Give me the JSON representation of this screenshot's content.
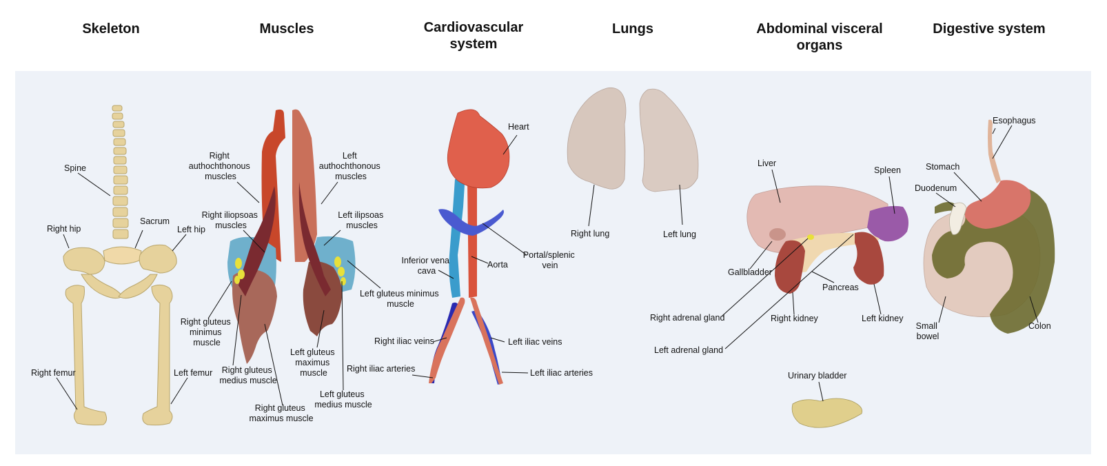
{
  "columns": [
    {
      "id": "skeleton",
      "title": [
        "Skeleton"
      ]
    },
    {
      "id": "muscles",
      "title": [
        "Muscles"
      ]
    },
    {
      "id": "cardio",
      "title": [
        "Cardiovascular",
        "system"
      ]
    },
    {
      "id": "lungs",
      "title": [
        "Lungs"
      ]
    },
    {
      "id": "abdominal",
      "title": [
        "Abdominal visceral",
        "organs"
      ]
    },
    {
      "id": "digestive",
      "title": [
        "Digestive system"
      ]
    }
  ],
  "labels": {
    "spine": [
      "Spine"
    ],
    "right_hip": [
      "Right hip"
    ],
    "sacrum": [
      "Sacrum"
    ],
    "left_hip": [
      "Left hip"
    ],
    "right_femur": [
      "Right femur"
    ],
    "left_femur": [
      "Left femur"
    ],
    "right_autochthonous": [
      "Right",
      "authochthonous",
      "muscles"
    ],
    "left_autochthonous": [
      "Left",
      "authochthonous",
      "muscles"
    ],
    "right_iliopsoas": [
      "Right iliopsoas",
      "muscles"
    ],
    "left_iliopsoas": [
      "Left ilipsoas",
      "muscles"
    ],
    "right_gluteus_minimus": [
      "Right gluteus",
      "minimus",
      "muscle"
    ],
    "right_gluteus_medius": [
      "Right gluteus",
      "medius muscle"
    ],
    "right_gluteus_maximus": [
      "Right gluteus",
      "maximus muscle"
    ],
    "left_gluteus_minimus": [
      "Left gluteus minimus",
      "muscle"
    ],
    "left_gluteus_maximus": [
      "Left gluteus",
      "maximus",
      "muscle"
    ],
    "left_gluteus_medius": [
      "Left gluteus",
      "medius muscle"
    ],
    "heart": [
      "Heart"
    ],
    "portal_splenic_vein": [
      "Portal/splenic",
      "vein"
    ],
    "inferior_vena_cava": [
      "Inferior vena",
      "cava"
    ],
    "aorta": [
      "Aorta"
    ],
    "right_iliac_veins": [
      "Right iliac veins"
    ],
    "left_iliac_veins": [
      "Left iliac veins"
    ],
    "right_iliac_arteries": [
      "Right iliac arteries"
    ],
    "left_iliac_arteries": [
      "Left iliac arteries"
    ],
    "right_lung": [
      "Right lung"
    ],
    "left_lung": [
      "Left lung"
    ],
    "liver": [
      "Liver"
    ],
    "spleen": [
      "Spleen"
    ],
    "gallbladder": [
      "Gallbladder"
    ],
    "pancreas": [
      "Pancreas"
    ],
    "right_adrenal_gland": [
      "Right adrenal gland"
    ],
    "right_kidney": [
      "Right kidney"
    ],
    "left_kidney": [
      "Left kidney"
    ],
    "left_adrenal_gland": [
      "Left adrenal gland"
    ],
    "urinary_bladder": [
      "Urinary bladder"
    ],
    "esophagus": [
      "Esophagus"
    ],
    "stomach": [
      "Stomach"
    ],
    "duodenum": [
      "Duodenum"
    ],
    "small_bowel": [
      "Small",
      "bowel"
    ],
    "colon": [
      "Colon"
    ]
  },
  "colors": {
    "panel_bg": "#eef2f8",
    "bone": "#e6d29c",
    "muscle_red": "#c8472a",
    "muscle_brown": "#8a4a3e",
    "iliopsoas_dark": "#7a2a30",
    "gluteus_min_yellow": "#e8e03a",
    "gluteus_med_blue": "#6fb0cc",
    "aorta": "#d9533c",
    "ivc": "#3a9ccc",
    "portal_vein": "#4a5ad0",
    "iliac_vein": "#2a2ab0",
    "lung": "#d7c7bd",
    "liver": "#e3b8b0",
    "spleen": "#9a5aa8",
    "kidney": "#a8483e",
    "pancreas": "#f0d8b0",
    "bladder": "#e0cf8c",
    "colon": "#6b6a2e",
    "small_bowel": "#e3cbbf",
    "stomach": "#d8756a",
    "esophagus": "#e0b49a"
  }
}
